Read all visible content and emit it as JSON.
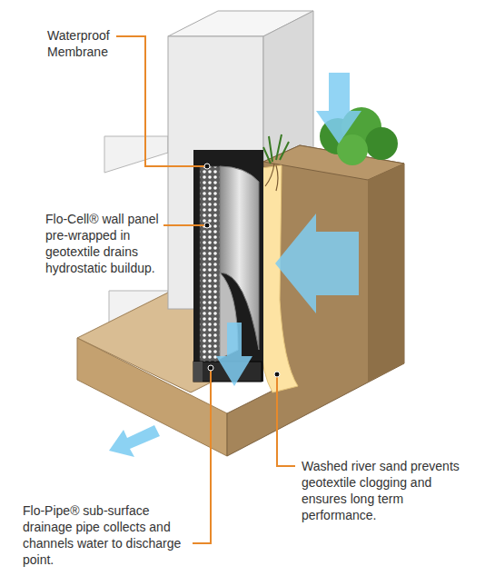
{
  "diagram": {
    "labels": [
      "Waterproof Membrane",
      "Flo-Cell® wall panel pre-wrapped in geotextile drains hydrostatic buildup.",
      "Washed river sand prevents geotextile clogging and ensures long term performance.",
      "Flo-Pipe® sub-surface drainage pipe collects and channels water to discharge point."
    ]
  }
}
